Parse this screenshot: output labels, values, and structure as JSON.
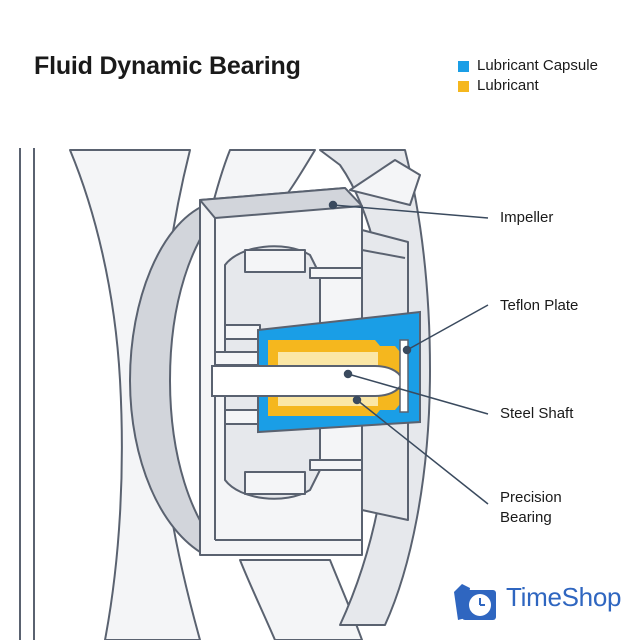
{
  "title": "Fluid Dynamic Bearing",
  "legend": [
    {
      "label": "Lubricant Capsule",
      "color": "#1a9ee6"
    },
    {
      "label": "Lubricant",
      "color": "#f5b71e"
    }
  ],
  "labels": {
    "impeller": "Impeller",
    "teflon_plate": "Teflon Plate",
    "steel_shaft": "Steel Shaft",
    "precision_bearing_line1": "Precision",
    "precision_bearing_line2": "Bearing"
  },
  "colors": {
    "outline": "#5a6270",
    "fill_light": "#f4f5f7",
    "fill_mid": "#e6e8ec",
    "fill_dark": "#d2d5db",
    "leader": "#3a4a5e"
  },
  "watermark": {
    "text": "TimeShop",
    "icon": "clock-cart-icon",
    "color": "#2f66c0"
  }
}
